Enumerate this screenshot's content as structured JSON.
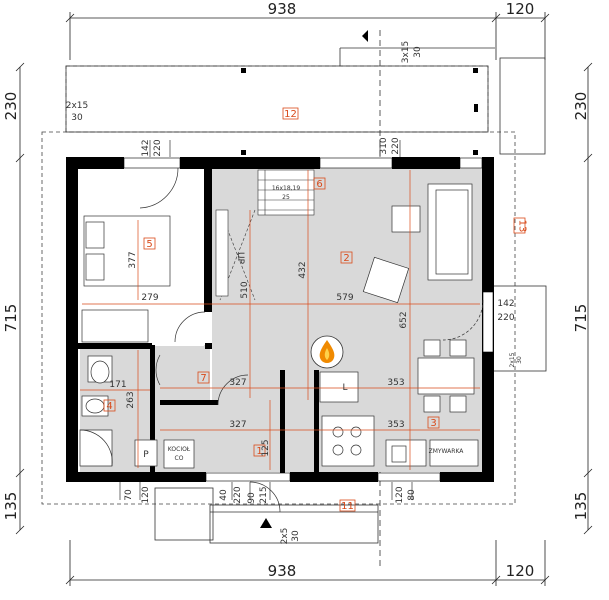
{
  "dimensions": {
    "top_width": "938",
    "top_right": "120",
    "bottom_width": "938",
    "bottom_right": "120",
    "left_top": "230",
    "left_mid": "715",
    "left_bottom": "135",
    "right_top": "230",
    "right_mid": "715",
    "right_bottom": "135"
  },
  "rooms": [
    {
      "id": "r1",
      "number": "1"
    },
    {
      "id": "r2",
      "number": "2"
    },
    {
      "id": "r3",
      "number": "3"
    },
    {
      "id": "r4",
      "number": "4"
    },
    {
      "id": "r5",
      "number": "5"
    },
    {
      "id": "r6",
      "number": "6"
    },
    {
      "id": "r7",
      "number": "7"
    },
    {
      "id": "r11",
      "number": "11"
    },
    {
      "id": "r12",
      "number": "12"
    },
    {
      "id": "r13",
      "number": "13"
    }
  ],
  "inner_dims": {
    "d142a": "142",
    "d220a": "220",
    "d310": "310",
    "d220b": "220",
    "d377": "377",
    "d279": "279",
    "d510": "510",
    "d432": "432",
    "d579": "579",
    "d652": "652",
    "d142b": "142",
    "d220c": "220",
    "d171": "171",
    "d263": "263",
    "d327a": "327",
    "d353a": "353",
    "d327b": "327",
    "d353b": "353",
    "d125": "125",
    "b70": "70",
    "b120a": "120",
    "b40": "40",
    "b220": "220",
    "b90": "90",
    "b215": "215",
    "b120b": "120",
    "b80": "80"
  },
  "notes": {
    "stairs": "16x18,19",
    "stairs_sub": "25",
    "terrace_steps": "2x15",
    "terrace_steps_sub": "30",
    "top_steps": "3x15",
    "top_steps_sub": "30",
    "front_steps": "2x5",
    "front_steps_sub": "30",
    "side_steps": "2x15",
    "side_steps_sub": "30",
    "stair_up": "UP",
    "boiler": "KOCIOŁ",
    "boiler_sub": "CO",
    "pantry": "P",
    "kitchen_label": "L",
    "sink_label": "ZMYWARKA"
  },
  "colors": {
    "wall": "#000000",
    "floor": "#d9d9d9",
    "dim_red": "#d94a1a",
    "fire": "#f08a00"
  }
}
